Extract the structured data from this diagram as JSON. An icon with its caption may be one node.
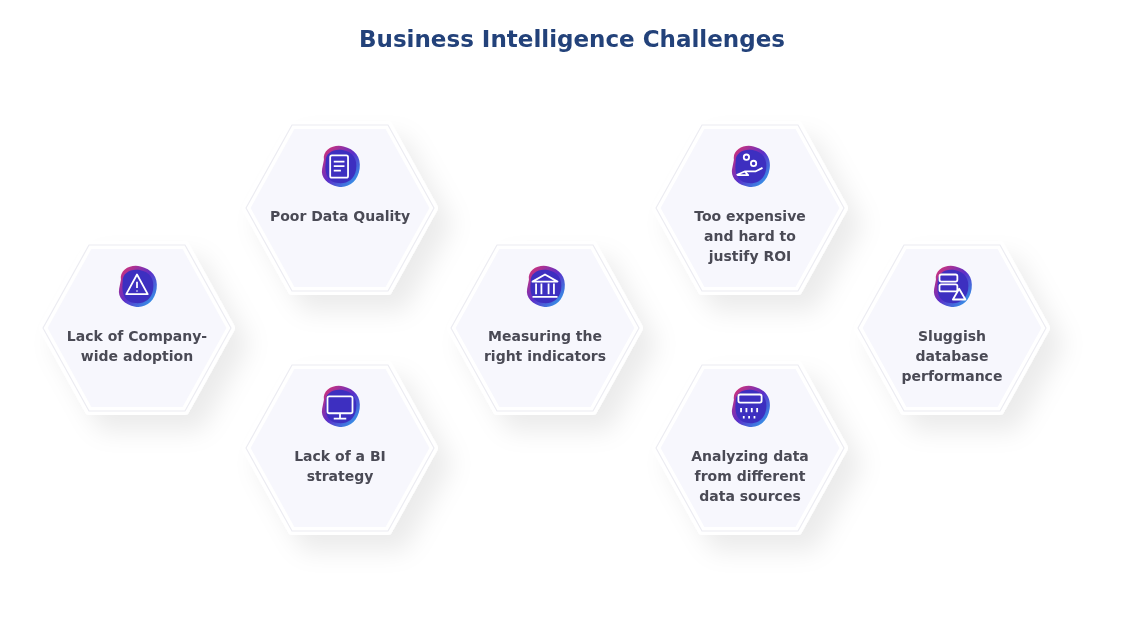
{
  "diagram": {
    "title": "Business Intelligence Challenges",
    "nodes": [
      {
        "text": [
          "Lack of Company-wide adoption"
        ]
      },
      {
        "text": [
          "Poor Data Quality"
        ]
      },
      {
        "text": [
          "Lack of a BI strategy"
        ]
      },
      {
        "text": [
          "Measuring the right indicators"
        ]
      },
      {
        "text": [
          "Too expensive and hard to justify ROI"
        ]
      },
      {
        "text": [
          "Analyzing data from different data sources"
        ]
      },
      {
        "text": [
          "Sluggish database performance"
        ]
      }
    ]
  }
}
